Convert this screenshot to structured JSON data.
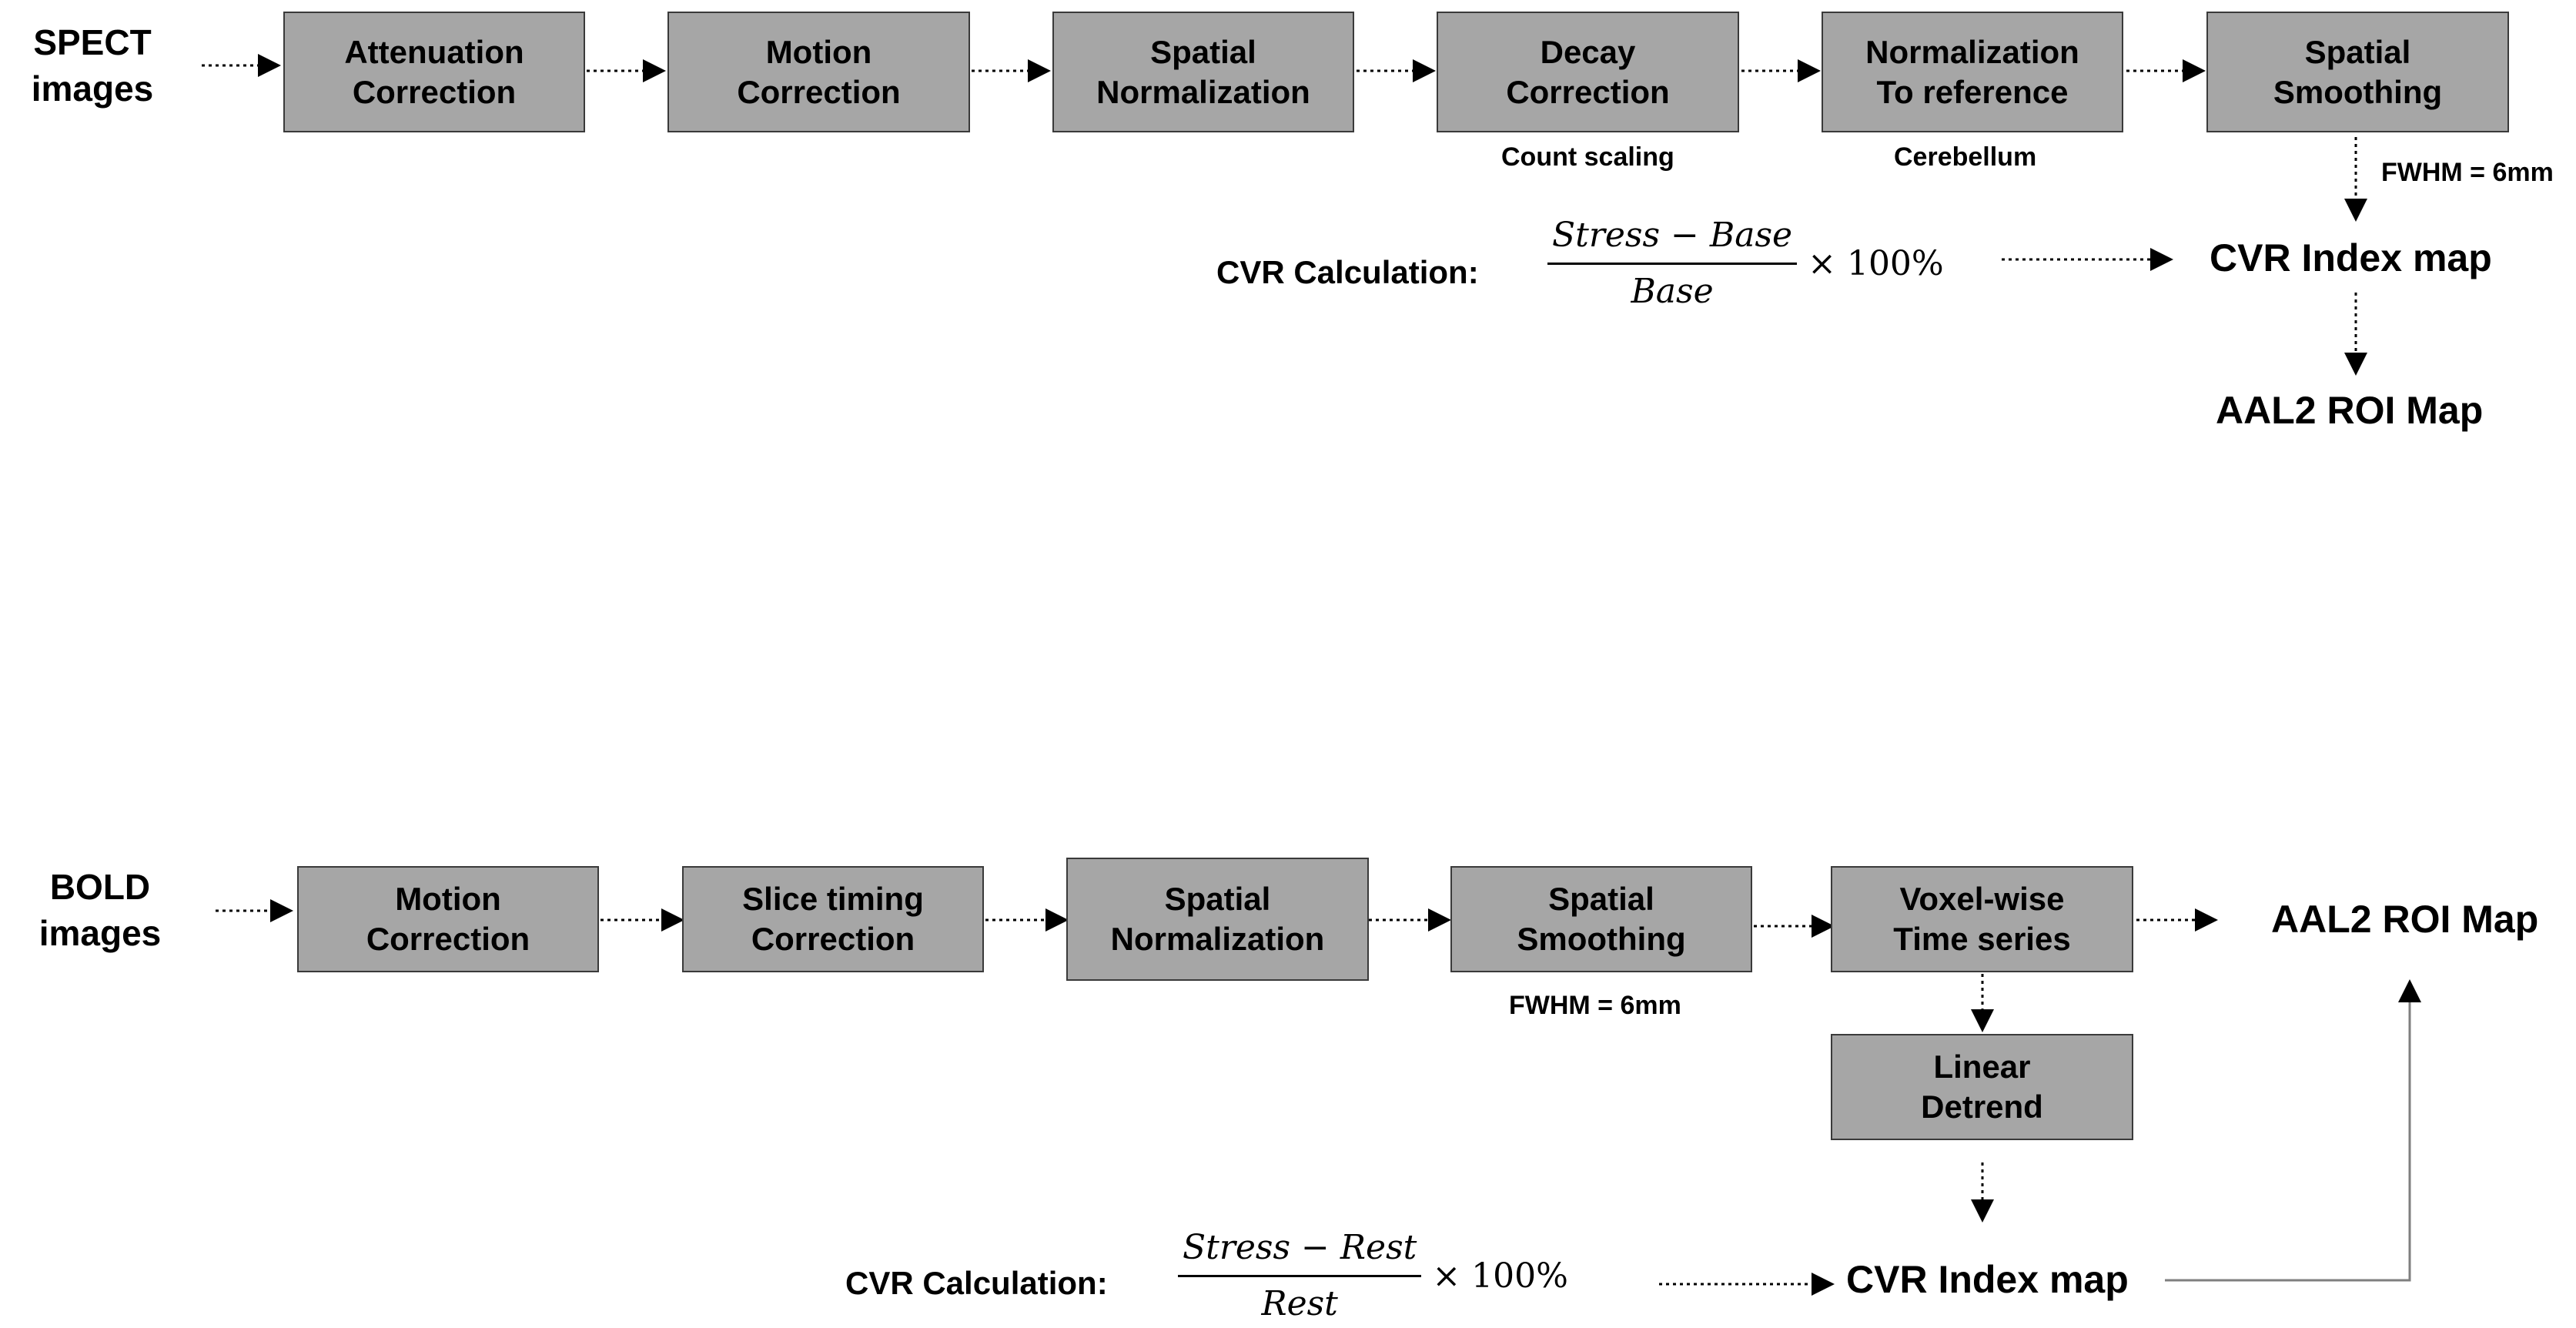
{
  "spect": {
    "source": "SPECT\nimages",
    "steps": [
      {
        "label": "Attenuation\nCorrection"
      },
      {
        "label": "Motion\nCorrection"
      },
      {
        "label": "Spatial\nNormalization"
      },
      {
        "label": "Decay\nCorrection",
        "note": "Count scaling"
      },
      {
        "label": "Normalization\nTo reference",
        "note": "Cerebellum"
      },
      {
        "label": "Spatial\nSmoothing",
        "note": "FWHM = 6mm"
      }
    ],
    "cvr_label": "CVR Calculation:",
    "formula": {
      "numerator": "Stress − Base",
      "denominator": "Base",
      "multiplier": "× 100%"
    },
    "index_map": "CVR Index map",
    "roi_map": "AAL2 ROI Map"
  },
  "bold": {
    "source": "BOLD\nimages",
    "steps": [
      {
        "label": "Motion\nCorrection"
      },
      {
        "label": "Slice timing\nCorrection"
      },
      {
        "label": "Spatial\nNormalization"
      },
      {
        "label": "Spatial\nSmoothing",
        "note": "FWHM = 6mm"
      },
      {
        "label": "Voxel-wise\nTime series"
      }
    ],
    "detrend": "Linear\nDetrend",
    "cvr_label": "CVR Calculation:",
    "formula": {
      "numerator": "Stress − Rest",
      "denominator": "Rest",
      "multiplier": "× 100%"
    },
    "index_map": "CVR Index map",
    "roi_map": "AAL2 ROI Map"
  },
  "colors": {
    "box_fill": "#a6a6a6",
    "box_border": "#3a3a3a",
    "arrow": "#000000"
  }
}
